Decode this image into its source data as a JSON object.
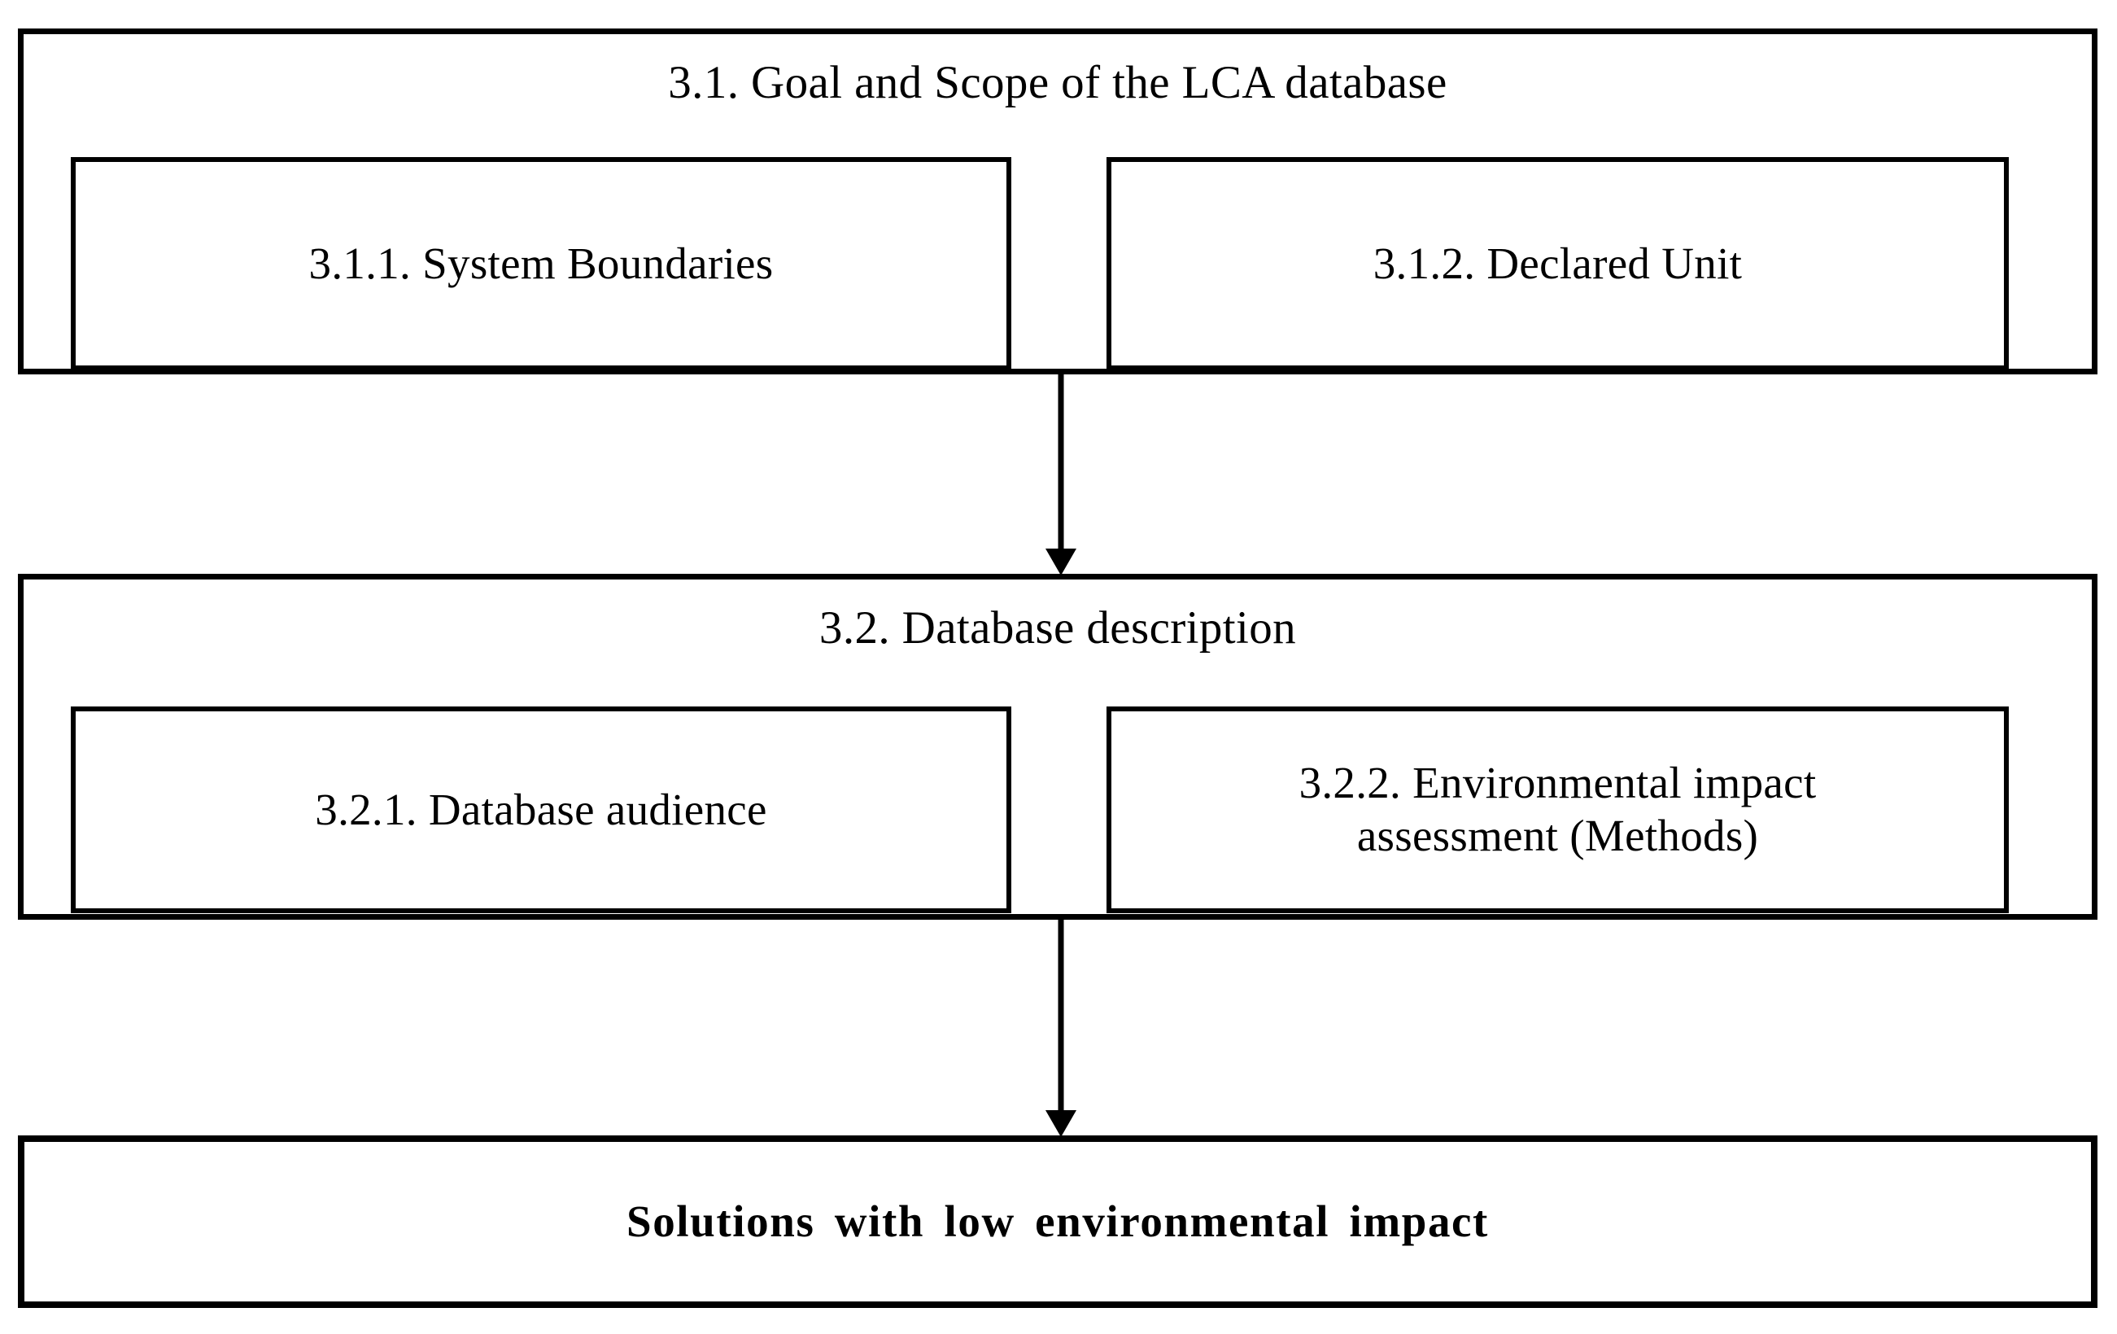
{
  "diagram": {
    "type": "flowchart",
    "orientation": "top-to-bottom",
    "title": "",
    "background_color": "#ffffff",
    "line_color": "#000000",
    "sections": [
      {
        "id": "section-3-1",
        "title": "3.1. Goal and Scope of the LCA database",
        "children": [
          {
            "id": "box-3-1-1",
            "label": "3.1.1. System Boundaries"
          },
          {
            "id": "box-3-1-2",
            "label": "3.1.2. Declared Unit"
          }
        ]
      },
      {
        "id": "section-3-2",
        "title": "3.2. Database description",
        "children": [
          {
            "id": "box-3-2-1",
            "label": "3.2.1. Database audience"
          },
          {
            "id": "box-3-2-2",
            "label": "3.2.2. Environmental impact assessment (Methods)",
            "line1": "3.2.2. Environmental  impact",
            "line2": "assessment  (Methods)"
          }
        ]
      }
    ],
    "result": {
      "id": "result-solutions",
      "label": "Solutions with low environmental impact"
    },
    "connectors": [
      {
        "id": "arrow-1",
        "from": "section-3-1",
        "to": "section-3-2",
        "style": "solid-arrow-down"
      },
      {
        "id": "arrow-2",
        "from": "section-3-2",
        "to": "result-solutions",
        "style": "solid-arrow-down"
      }
    ]
  }
}
